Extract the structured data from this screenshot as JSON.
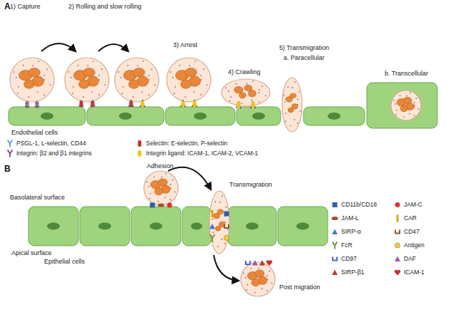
{
  "diagram": {
    "labels": [
      "A",
      "1) Capture",
      "2) Rolling and slow rolling",
      "3) Arrest",
      "4) Crawling",
      "5) Transmigration",
      "a. Paracellular",
      "b. Transcellular",
      "Endothelial cells",
      "B",
      "Adhesion",
      "Transmigration",
      "Basolateral surface",
      "Apical surface",
      "Epithelial cells",
      "Post migration"
    ],
    "legend": [
      {
        "text": "PSGL-1, L-selectin, CD44"
      },
      {
        "text": "Selectin: E-selectin, P-selectin"
      },
      {
        "text": "Integrin: β2 and β1 integrins"
      },
      {
        "text": "Integrin ligand: ICAM-1, ICAM-2, VCAM-1"
      },
      {
        "text": "CD11b/CD18"
      },
      {
        "text": "JAM-C"
      },
      {
        "text": "JAM-L"
      },
      {
        "text": "CAR"
      },
      {
        "text": "SIRP-α"
      },
      {
        "text": "CD47"
      },
      {
        "text": "FcR"
      },
      {
        "text": "Antigen"
      },
      {
        "text": "CD97"
      },
      {
        "text": "DAF"
      },
      {
        "text": "SIRP-β1"
      },
      {
        "text": "ICAM-1"
      }
    ]
  }
}
